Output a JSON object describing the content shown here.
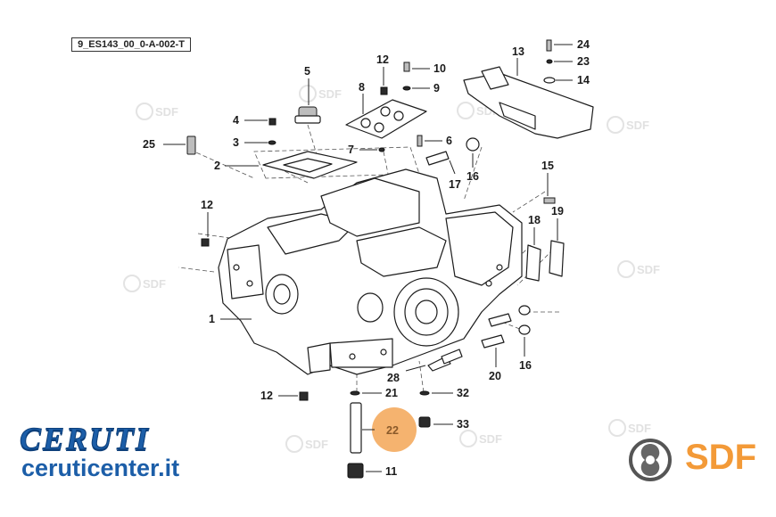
{
  "drawing_id": "9_ES143_00_0-A-002-T",
  "callouts": {
    "c1": "1",
    "c2": "2",
    "c3": "3",
    "c4": "4",
    "c5": "5",
    "c6": "6",
    "c7": "7",
    "c8": "8",
    "c9": "9",
    "c10": "10",
    "c11": "11",
    "c12a": "12",
    "c12b": "12",
    "c12c": "12",
    "c13": "13",
    "c14": "14",
    "c15": "15",
    "c16a": "16",
    "c16b": "16",
    "c17": "17",
    "c18": "18",
    "c19": "19",
    "c20": "20",
    "c21": "21",
    "c22": "22",
    "c23": "23",
    "c24": "24",
    "c25": "25",
    "c28": "28",
    "c32": "32",
    "c33": "33"
  },
  "watermark": {
    "text": "SDF"
  },
  "branding": {
    "dealer_name": "CERUTI",
    "dealer_url": "ceruticenter.it",
    "maker_name": "SDF",
    "dealer_color": "#1c5ea8",
    "maker_color": "#f39a38"
  },
  "highlight": {
    "part": "22",
    "color": "#f5b36f"
  }
}
